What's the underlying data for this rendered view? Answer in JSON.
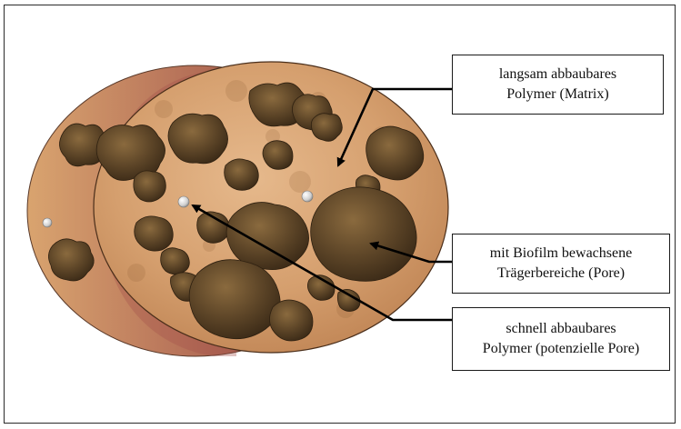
{
  "figure": {
    "labels": {
      "matrix": {
        "line1": "langsam abbaubares",
        "line2": "Polymer (Matrix)"
      },
      "biofilm": {
        "line1": "mit Biofilm bewachsene",
        "line2": "Trägerbereiche (Pore)"
      },
      "fast_polymer": {
        "line1": "schnell abbaubares",
        "line2": "Polymer (potenzielle Pore)"
      }
    },
    "colors": {
      "frame": "#2a2a2a",
      "cylinder_front": "#d8a474",
      "cylinder_side": "#b5705c",
      "biofilm_clumps": "#5e4628",
      "pores": "#e8e8e8",
      "arrows": "#000000"
    }
  }
}
